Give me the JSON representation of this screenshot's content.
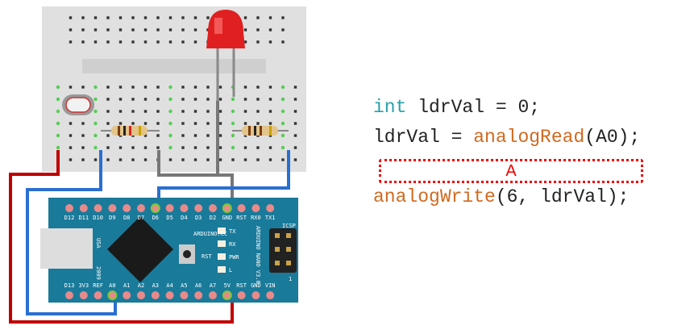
{
  "code": {
    "line1": {
      "keyword": "int",
      "rest": " ldrVal = 0;"
    },
    "line2": {
      "pre": "ldrVal = ",
      "func": "analogRead",
      "post": "(A0);"
    },
    "blank_label": "A",
    "line4": {
      "func": "analogWrite",
      "post": "(6, ldrVal);"
    }
  },
  "board": {
    "brand": "ARDUINO.CC",
    "model": "ARDUINO NANO V3.0",
    "usa": "USA",
    "year": "2009",
    "icsp": "ICSP",
    "rst": "RST",
    "icsp_pin": "1",
    "leds": [
      "TX",
      "RX",
      "PWR",
      "L"
    ],
    "top_pins": [
      "D12",
      "D11",
      "D10",
      "D9",
      "D8",
      "D7",
      "D6",
      "D5",
      "D4",
      "D3",
      "D2",
      "GND",
      "RST",
      "RX0",
      "TX1"
    ],
    "bottom_pins": [
      "D13",
      "3V3",
      "REF",
      "A0",
      "A1",
      "A2",
      "A3",
      "A4",
      "A5",
      "A6",
      "A7",
      "5V",
      "RST",
      "GND",
      "VIN"
    ]
  },
  "colors": {
    "board": "#1a7a9a",
    "wire_red": "#c00000",
    "wire_blue": "#2a6fd0",
    "wire_gray": "#777777",
    "led": "#e02020"
  }
}
